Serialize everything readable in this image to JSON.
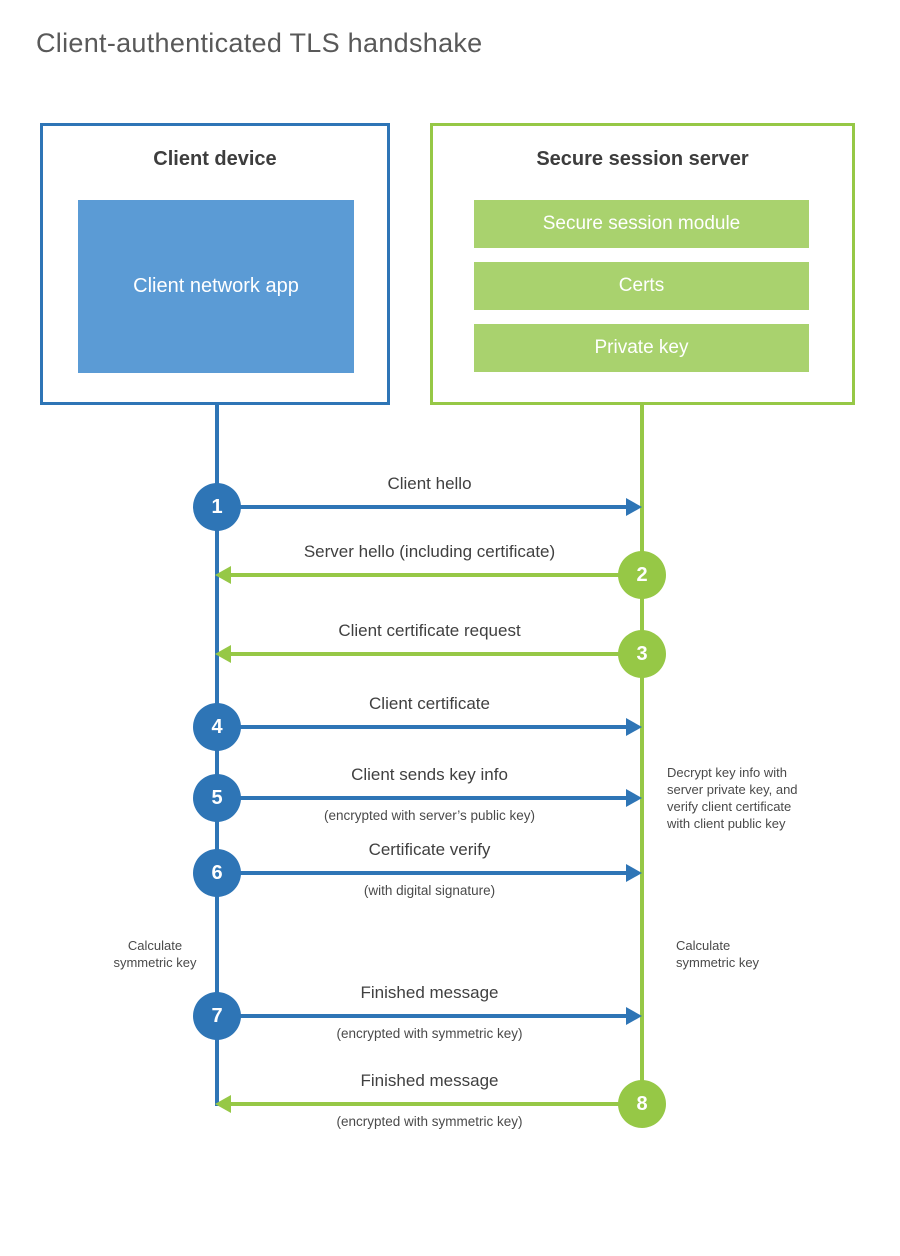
{
  "title": "Client-authenticated TLS handshake",
  "colors": {
    "blue_accent": "#2e75b6",
    "blue_fill": "#5b9bd5",
    "green_accent": "#96c846",
    "green_fill": "#a9d26e",
    "title_text": "#595959",
    "heading_text": "#3d3d3d",
    "label_text": "#404040"
  },
  "client_box": {
    "title": "Client device",
    "app_label": "Client network app"
  },
  "server_box": {
    "title": "Secure session server",
    "modules": [
      "Secure session module",
      "Certs",
      "Private key"
    ]
  },
  "steps": [
    {
      "num": "1",
      "from": "client",
      "label": "Client hello",
      "sublabel": ""
    },
    {
      "num": "2",
      "from": "server",
      "label": "Server hello (including certificate)",
      "sublabel": ""
    },
    {
      "num": "3",
      "from": "server",
      "label": "Client certificate request",
      "sublabel": ""
    },
    {
      "num": "4",
      "from": "client",
      "label": "Client certificate",
      "sublabel": ""
    },
    {
      "num": "5",
      "from": "client",
      "label": "Client sends key info",
      "sublabel": "(encrypted with server’s public key)"
    },
    {
      "num": "6",
      "from": "client",
      "label": "Certificate verify",
      "sublabel": "(with digital signature)"
    },
    {
      "num": "7",
      "from": "client",
      "label": "Finished message",
      "sublabel": "(encrypted with symmetric key)"
    },
    {
      "num": "8",
      "from": "server",
      "label": "Finished message",
      "sublabel": "(encrypted with symmetric key)"
    }
  ],
  "annotations": {
    "decrypt_note": "Decrypt key info with\nserver private key, and\nverify client certificate\nwith client public key",
    "client_calc": "Calculate\nsymmetric key",
    "server_calc": "Calculate\nsymmetric key"
  }
}
